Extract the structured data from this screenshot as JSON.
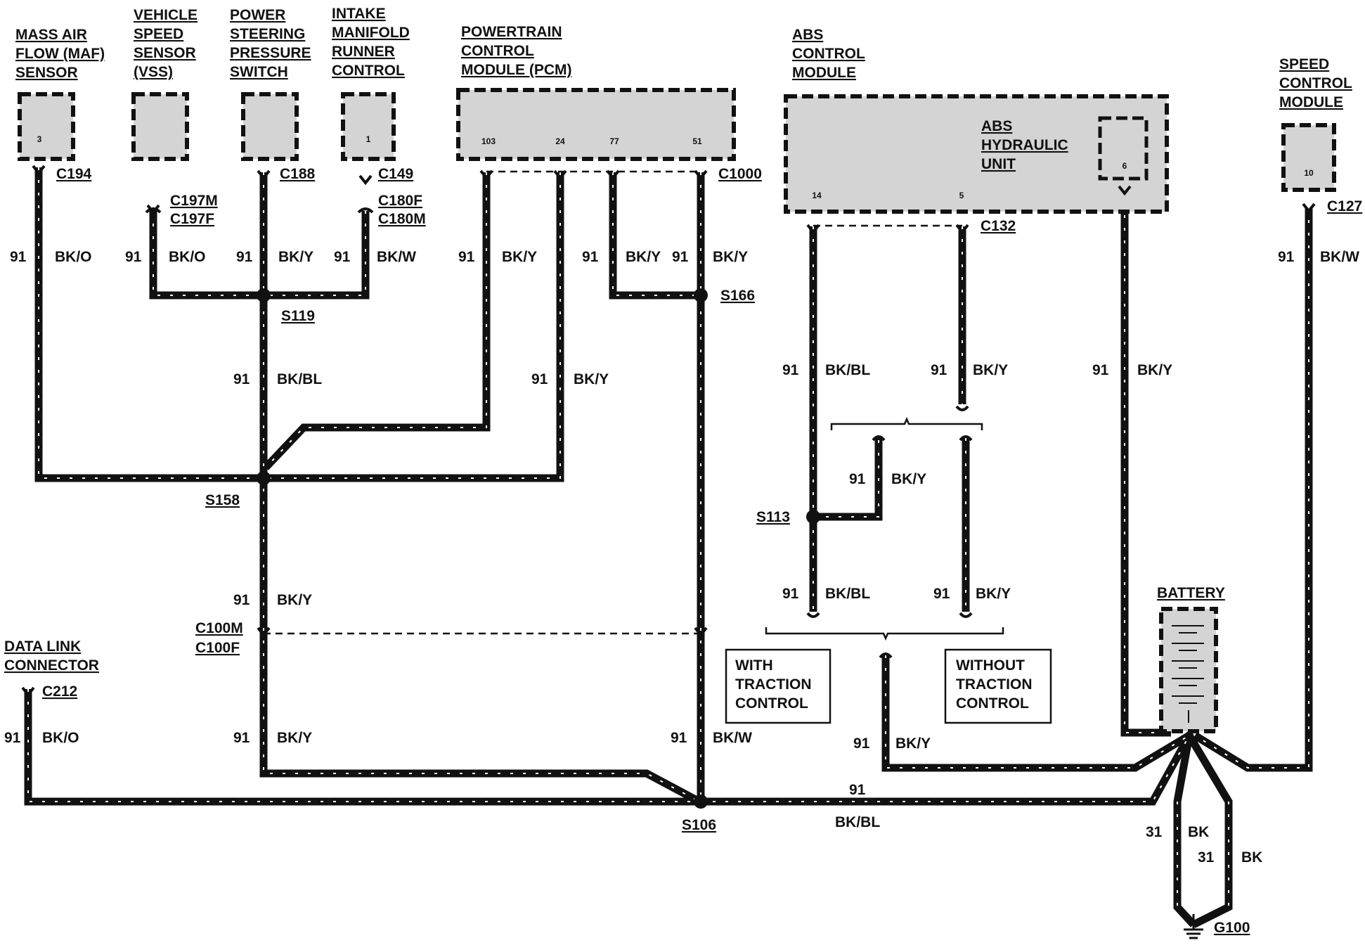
{
  "components": {
    "maf": {
      "lines": [
        "MASS AIR",
        "FLOW (MAF)",
        "SENSOR"
      ],
      "pin": "3",
      "connector": "C194"
    },
    "vss": {
      "lines": [
        "VEHICLE",
        "SPEED",
        "SENSOR",
        "(VSS)"
      ],
      "connector_m": "C197M",
      "connector_f": "C197F"
    },
    "ps": {
      "lines": [
        "POWER",
        "STEERING",
        "PRESSURE",
        "SWITCH"
      ],
      "connector": "C188"
    },
    "imrc": {
      "lines": [
        "INTAKE",
        "MANIFOLD",
        "RUNNER",
        "CONTROL"
      ],
      "pin": "1",
      "connector": "C149",
      "connector_f": "C180F",
      "connector_m": "C180M"
    },
    "pcm": {
      "lines": [
        "POWERTRAIN",
        "CONTROL",
        "MODULE (PCM)"
      ],
      "pins": [
        "103",
        "24",
        "77",
        "51"
      ],
      "connector": "C1000"
    },
    "abs": {
      "lines": [
        "ABS",
        "CONTROL",
        "MODULE"
      ],
      "pins": [
        "14",
        "5"
      ],
      "connector": "C132",
      "hydraulic_lines": [
        "ABS",
        "HYDRAULIC",
        "UNIT"
      ],
      "hydraulic_pin": "6"
    },
    "scm": {
      "lines": [
        "SPEED",
        "CONTROL",
        "MODULE"
      ],
      "pin": "10",
      "connector": "C127"
    },
    "dlc": {
      "lines": [
        "DATA LINK",
        "CONNECTOR"
      ],
      "connector": "C212"
    },
    "battery": {
      "label": "BATTERY"
    },
    "ground": {
      "label": "G100"
    }
  },
  "inline_connectors": {
    "m": "C100M",
    "f": "C100F"
  },
  "splices": [
    "S119",
    "S158",
    "S166",
    "S113",
    "S106"
  ],
  "options": {
    "with": [
      "WITH",
      "TRACTION",
      "CONTROL"
    ],
    "without": [
      "WITHOUT",
      "TRACTION",
      "CONTROL"
    ]
  },
  "wires": {
    "maf": {
      "circuit": "91",
      "color": "BK/O"
    },
    "vss": {
      "circuit": "91",
      "color": "BK/O"
    },
    "ps": {
      "circuit": "91",
      "color": "BK/Y"
    },
    "imrc": {
      "circuit": "91",
      "color": "BK/W"
    },
    "pcm103": {
      "circuit": "91",
      "color": "BK/Y"
    },
    "pcm77": {
      "circuit": "91",
      "color": "BK/Y"
    },
    "pcm51": {
      "circuit": "91",
      "color": "BK/Y"
    },
    "s119": {
      "circuit": "91",
      "color": "BK/BL"
    },
    "pcm24": {
      "circuit": "91",
      "color": "BK/Y"
    },
    "abs14": {
      "circuit": "91",
      "color": "BK/BL"
    },
    "abs5": {
      "circuit": "91",
      "color": "BK/Y"
    },
    "hcu6": {
      "circuit": "91",
      "color": "BK/Y"
    },
    "scm": {
      "circuit": "91",
      "color": "BK/W"
    },
    "s113": {
      "circuit": "91",
      "color": "BK/Y"
    },
    "s158": {
      "circuit": "91",
      "color": "BK/Y"
    },
    "withtc": {
      "circuit": "91",
      "color": "BK/BL"
    },
    "withouttc": {
      "circuit": "91",
      "color": "BK/Y"
    },
    "dlc": {
      "circuit": "91",
      "color": "BK/O"
    },
    "c100": {
      "circuit": "91",
      "color": "BK/Y"
    },
    "s166": {
      "circuit": "91",
      "color": "BK/W"
    },
    "abs_out": {
      "circuit": "91",
      "color": "BK/Y"
    },
    "s106": {
      "circuit": "91",
      "color": "BK/BL"
    },
    "gnd1": {
      "circuit": "31",
      "color": "BK"
    },
    "gnd2": {
      "circuit": "31",
      "color": "BK"
    }
  }
}
